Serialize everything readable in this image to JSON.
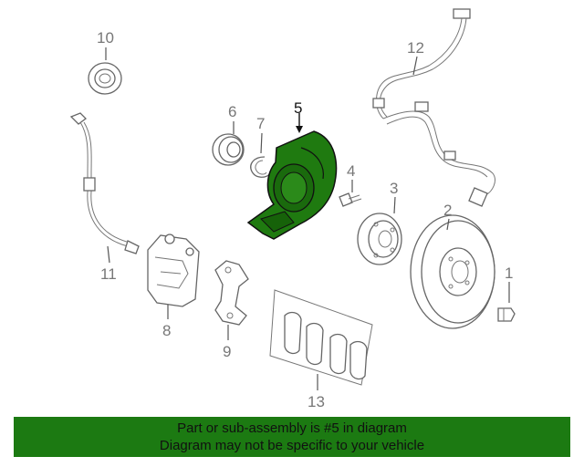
{
  "callouts": {
    "c1": "1",
    "c2": "2",
    "c3": "3",
    "c4": "4",
    "c5": "5",
    "c6": "6",
    "c7": "7",
    "c8": "8",
    "c9": "9",
    "c10": "10",
    "c11": "11",
    "c12": "12",
    "c13": "13"
  },
  "highlight": {
    "part": "5",
    "color": "#1f7a10"
  },
  "banner": {
    "line1": "Part or sub-assembly is #5 in diagram",
    "line2": "Diagram may not be specific to your vehicle",
    "color": "#1c7a12"
  }
}
